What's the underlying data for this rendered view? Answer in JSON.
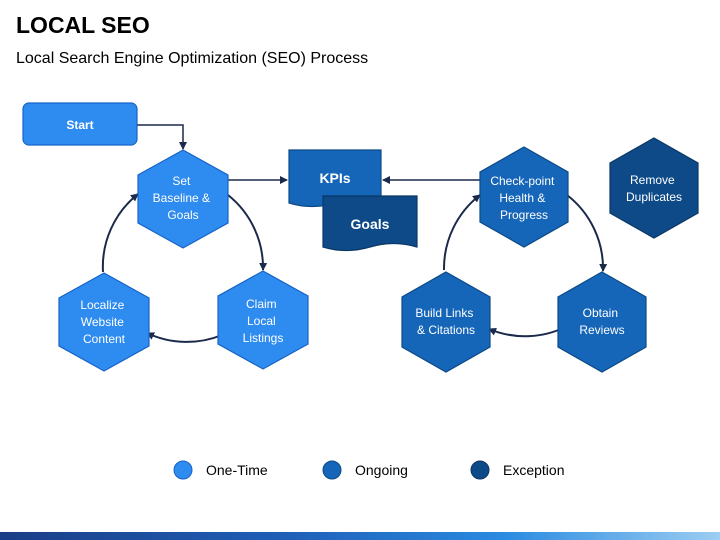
{
  "title": "LOCAL SEO",
  "subtitle": "Local Search Engine Optimization (SEO) Process",
  "colors": {
    "one_time": "#2e8bf0",
    "ongoing": "#1565b8",
    "exception": "#0d4a87",
    "arrow": "#1b2a4a"
  },
  "nodes": {
    "start": "Start",
    "set_baseline": [
      "Set",
      "Baseline &",
      "Goals"
    ],
    "claim_listings": [
      "Claim",
      "Local",
      "Listings"
    ],
    "localize_content": [
      "Localize",
      "Website",
      "Content"
    ],
    "kpis": "KPIs",
    "goals": "Goals",
    "checkpoint": [
      "Check-point",
      "Health &",
      "Progress"
    ],
    "obtain_reviews": [
      "Obtain",
      "Reviews"
    ],
    "build_links": [
      "Build Links",
      "& Citations"
    ],
    "remove_duplicates": [
      "Remove",
      "Duplicates"
    ]
  },
  "legend": {
    "one_time": "One-Time",
    "ongoing": "Ongoing",
    "exception": "Exception"
  }
}
